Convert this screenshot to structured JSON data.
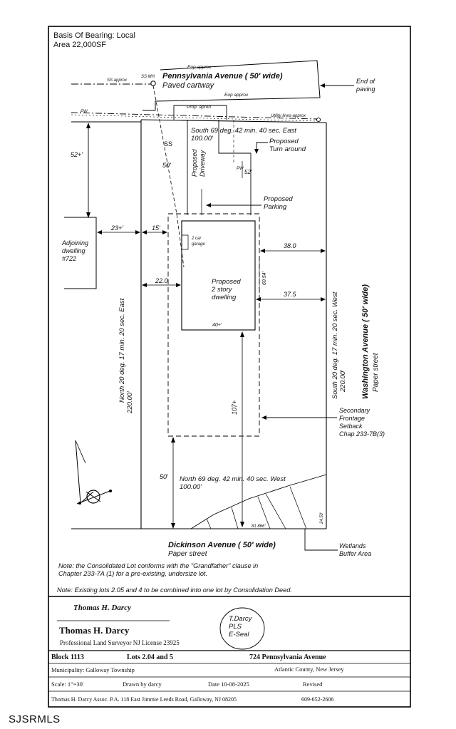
{
  "header": {
    "basis": "Basis Of Bearing: Local",
    "area": "Area 22,000SF"
  },
  "streets": {
    "pennsylvania": "Pennsylvania Avenue ( 50' wide)",
    "paved": "Paved cartway",
    "washington": "Washington Avenue ( 50' wide)",
    "washington_sub": "Paper street",
    "dickinson": "Dickinson Avenue ( 50' wide)",
    "dickinson_sub": "Paper street"
  },
  "labels": {
    "eop1": "Eop approx",
    "eop2": "Eop approx",
    "ss_approx": "SS approx",
    "ss_mh": "SS MH",
    "pw": "PW",
    "prop_apron": "Prop. apron",
    "utility": "Utility lines-approx",
    "end_paving_1": "End of",
    "end_paving_2": "paving",
    "ss": "SS",
    "dim_50_top": "50'",
    "proposed_driveway_1": "Proposed",
    "proposed_driveway_2": "Driveway",
    "pw2": "PW",
    "dim_52": "52'",
    "turn_1": "Proposed",
    "turn_2": "Turn around",
    "parking_1": "Proposed",
    "parking_2": "Parking",
    "dim_52plus": "52+'",
    "adj_1": "Adjoining",
    "adj_2": "dwelling",
    "adj_3": "#722",
    "dim_23": "23+'",
    "dim_15": "15'",
    "garage_1": "2 car",
    "garage_2": "garage",
    "dim_38": "38.0",
    "dim_22": "22.0",
    "dim_6054": "60.54'",
    "dwelling_1": "Proposed",
    "dwelling_2": "2 story",
    "dwelling_3": "dwelling",
    "dim_375": "37.5",
    "dim_40": "40+'",
    "dim_107": "107+",
    "dim_50_bottom": "50'",
    "dim_2450": "24.50'",
    "dim_81": "81.866'",
    "wetlands_1": "Wetlands",
    "wetlands_2": "Buffer Area",
    "secondary_1": "Secondary",
    "secondary_2": "Frontage",
    "secondary_3": "Setback",
    "secondary_4": "Chap 233-7B(3)"
  },
  "bearings": {
    "top_1": "South 69 deg. 42 min. 40 sec. East",
    "top_2": "100.00'",
    "bottom_1": "North 69 deg. 42 min. 40 sec. West",
    "bottom_2": "100.00'",
    "west_1": "North 20 deg. 17 min. 20 sec. East",
    "west_2": "220.00'",
    "east_1": "South 20 deg. 17 min. 20 sec. West",
    "east_2": "220.00'"
  },
  "notes": {
    "note1_1": "Note: the Consolidated Lot conforms with the \"Grandfather\" clause in",
    "note1_2": "Chapter 233-7A (1) for a pre-existing, undersize lot.",
    "note2": "Note: Existing lots 2.05 and 4 to be combined into one lot by Consolidation Deed."
  },
  "titleblock": {
    "signature": "Thomas H. Darcy",
    "name": "Thomas H. Darcy",
    "license": "Professional Land Surveyor NJ License 23925",
    "seal_1": "T.Darcy",
    "seal_2": "PLS",
    "seal_3": "E-Seal",
    "block": "Block  1113",
    "lots": "Lots 2.04 and 5",
    "address": "724 Pennsylvania Avenue",
    "municipality": "Municipality: Galloway Township",
    "county": "Atlantic County, New Jersey",
    "scale": "Scale: 1\"=30'",
    "drawn": "Drawn by darcy",
    "date": "Date 10-08-2025",
    "revised": "Revised",
    "firm": "Thomas H. Darcy Assoc. P.A.   118 East Jimmie Leeds Road,  Galloway, NJ 08205",
    "phone": "609-652-2606"
  },
  "watermark": "SJSRMLS"
}
